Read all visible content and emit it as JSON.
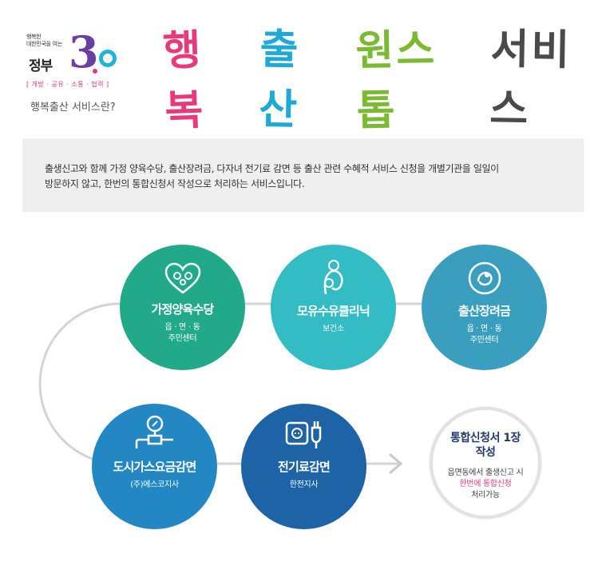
{
  "logo": {
    "line1": "행복한",
    "line2": "대한민국을 여는",
    "main": "정부",
    "number_three": "3",
    "number_zero": "0",
    "values": "[ 개방 · 공유 · 소통 · 협력 ]"
  },
  "subtitle": "행복출산 서비스란?",
  "title": {
    "word1": "행복",
    "word2": "출산",
    "word3": "원스톱",
    "word4": "서비스"
  },
  "description": {
    "line1": "출생신고와 함께 가정 양육수당, 출산장려금, 다자녀 전기료 감면 등 출산 관련 수혜적 서비스 신청을 개별기관을 일일이",
    "line2": "방문하지 않고, 한번의 통합신청서 작성으로 처리하는 서비스입니다."
  },
  "services": [
    {
      "title": "가정양육수당",
      "sub1": "읍 · 면 · 동",
      "sub2": "주민센터",
      "color": "#22a98a",
      "icon": "family-heart-icon"
    },
    {
      "title": "모유수유클리닉",
      "sub1": "보건소",
      "sub2": "",
      "color": "#33bcc4",
      "icon": "mother-baby-icon"
    },
    {
      "title": "출산장려금",
      "sub1": "읍 · 면 · 동",
      "sub2": "주민센터",
      "color": "#3a9fbf",
      "icon": "fetus-icon"
    },
    {
      "title": "도시가스요금감면",
      "sub1": "(주)에스코지사",
      "sub2": "",
      "color": "#2387c4",
      "icon": "gas-meter-icon"
    },
    {
      "title": "전기료감면",
      "sub1": "한전지사",
      "sub2": "",
      "color": "#1d63a6",
      "icon": "power-plug-icon"
    }
  ],
  "final": {
    "title1": "통합신청서 1장",
    "title2": "작성",
    "text1": "읍면동에서 출생신고 시",
    "text2a": "한번에",
    "text2b": "통합신청",
    "text3": "처리가능"
  }
}
